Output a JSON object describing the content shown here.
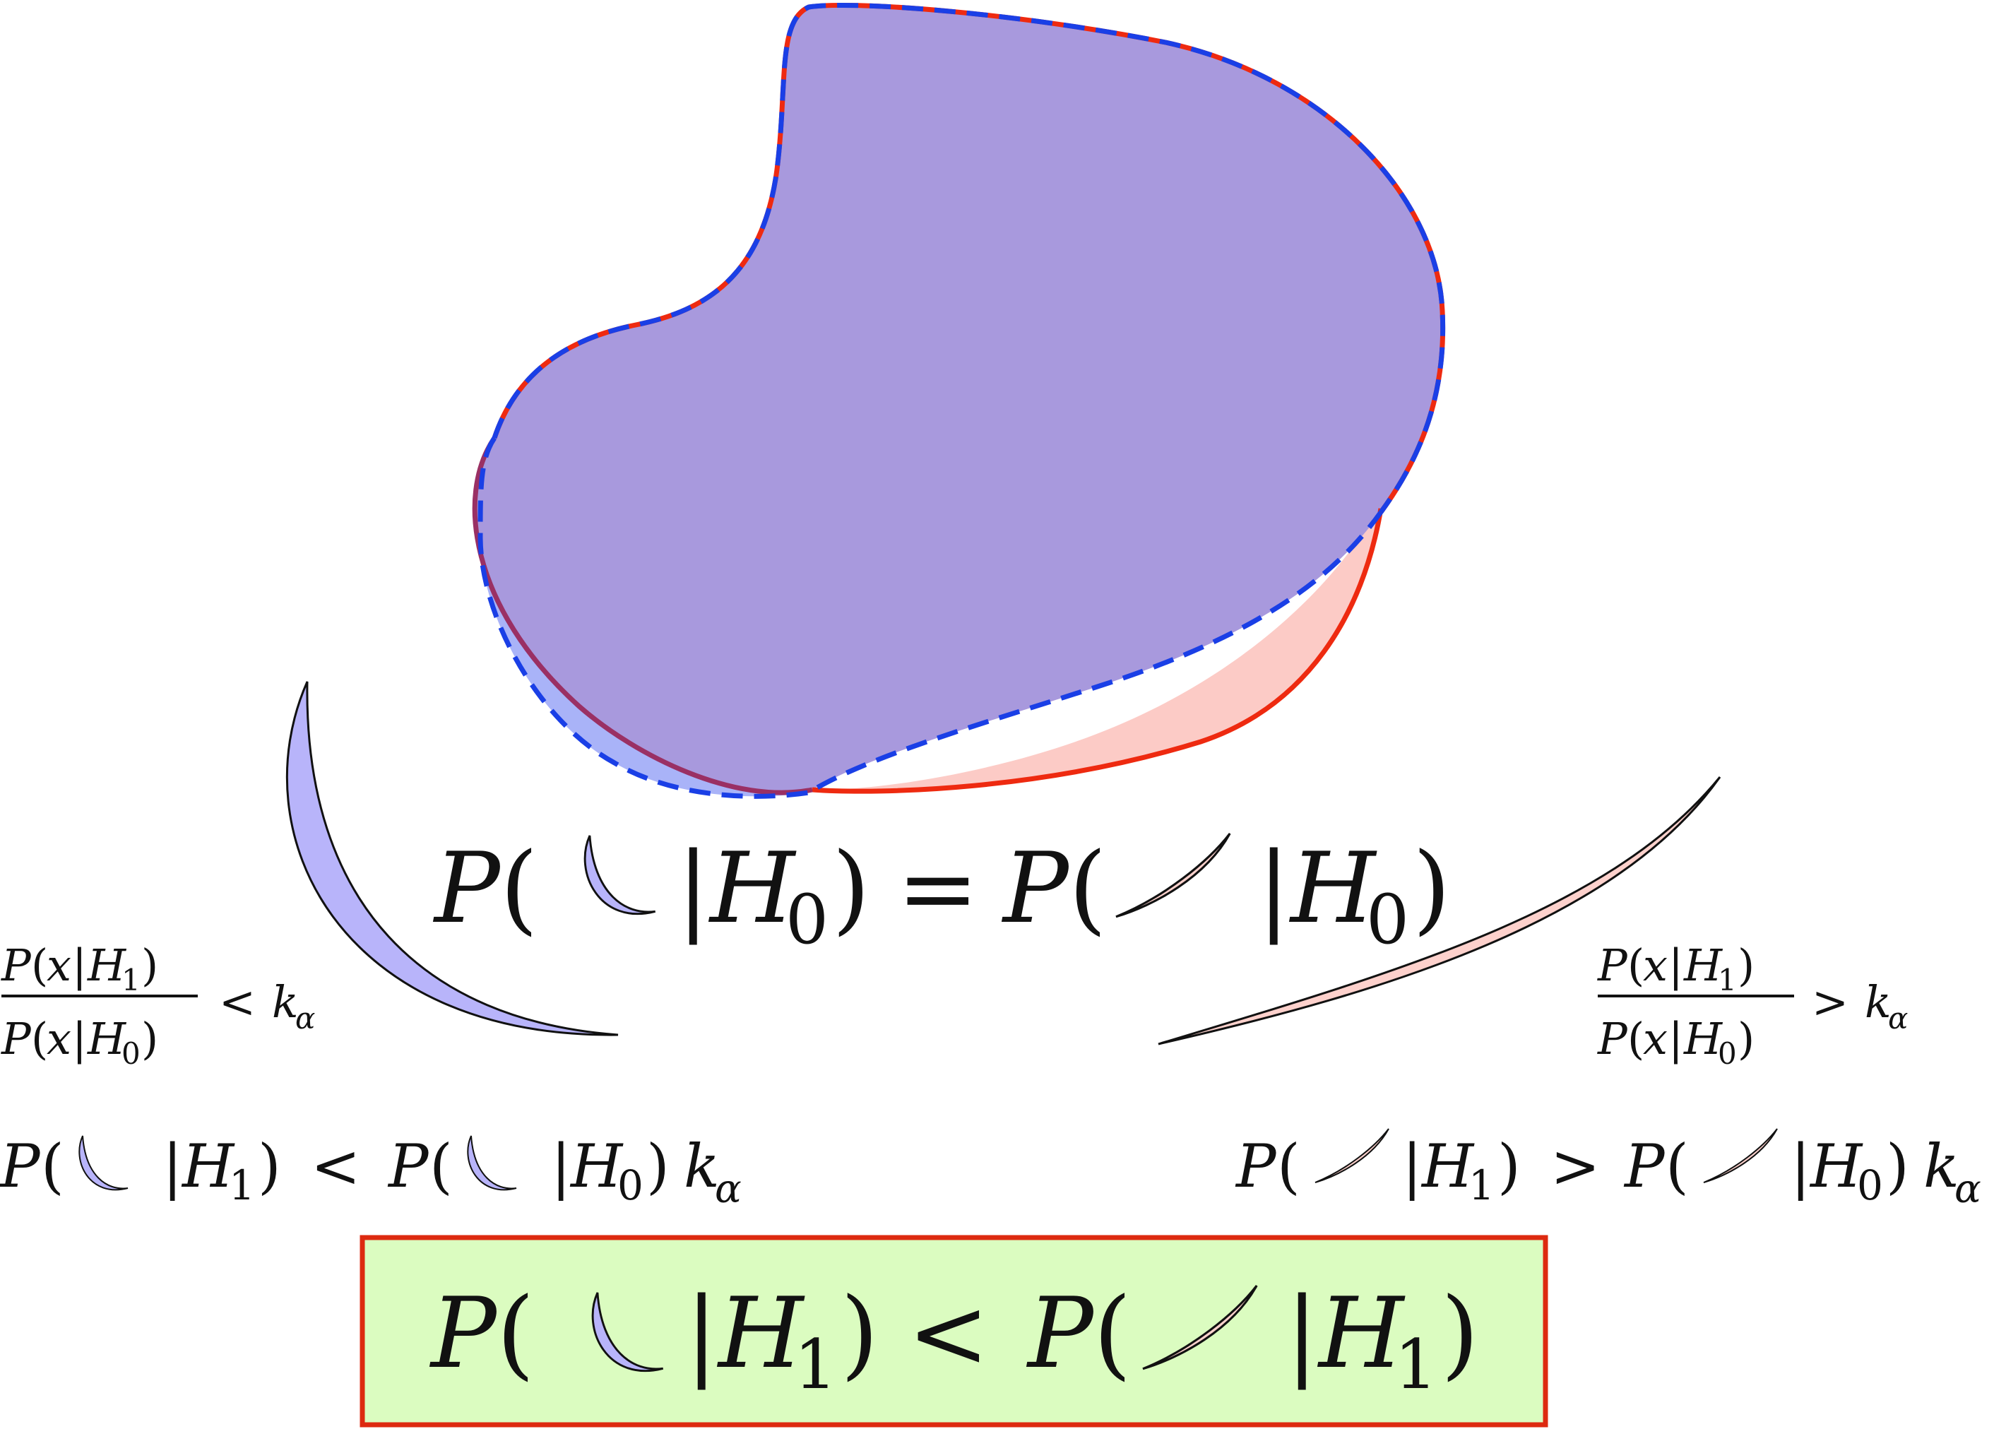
{
  "colors": {
    "region_fill": "#a899dd",
    "blue_fill": "#a9b3f8",
    "pink_fill": "#fccbc6",
    "blue_crescent": "#b8b4fa",
    "pink_crescent": "#fdd1cc",
    "red_stroke": "#ee2a10",
    "blue_stroke": "#1a3fe6",
    "maroon_stroke": "#9a3064",
    "box_fill": "#dbfcc0",
    "box_stroke": "#dd2a10",
    "ink": "#111111"
  },
  "text": {
    "P": "P",
    "paren_open": "(",
    "paren_close": ")",
    "bar": "|",
    "H": "H",
    "sub0": "0",
    "sub1": "1",
    "eq": "=",
    "lt": "<",
    "gt": ">",
    "x": "x",
    "k": "k",
    "alpha": "α"
  },
  "icons": {
    "blue_crescent": "blue-crescent-icon",
    "pink_crescent": "pink-crescent-icon"
  }
}
